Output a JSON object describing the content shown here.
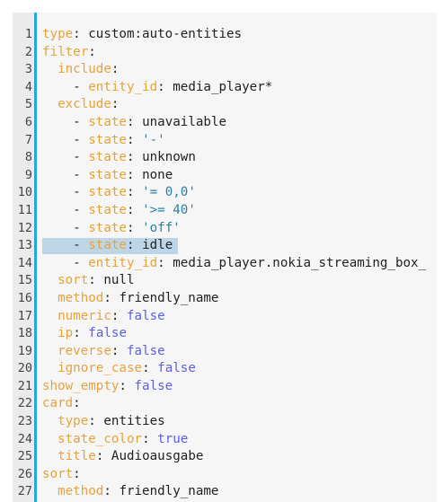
{
  "editor": {
    "highlighted_line": 13,
    "lines": [
      {
        "n": "1",
        "indent": "",
        "dash": "",
        "key": "type",
        "sep": ": ",
        "val": "custom:auto-entities",
        "vt": "t"
      },
      {
        "n": "2",
        "indent": "",
        "dash": "",
        "key": "filter",
        "sep": ":",
        "val": "",
        "vt": "t"
      },
      {
        "n": "3",
        "indent": "  ",
        "dash": "",
        "key": "include",
        "sep": ":",
        "val": "",
        "vt": "t"
      },
      {
        "n": "4",
        "indent": "    ",
        "dash": "- ",
        "key": "entity_id",
        "sep": ": ",
        "val": "media_player*",
        "vt": "t"
      },
      {
        "n": "5",
        "indent": "  ",
        "dash": "",
        "key": "exclude",
        "sep": ":",
        "val": "",
        "vt": "t"
      },
      {
        "n": "6",
        "indent": "    ",
        "dash": "- ",
        "key": "state",
        "sep": ": ",
        "val": "unavailable",
        "vt": "t"
      },
      {
        "n": "7",
        "indent": "    ",
        "dash": "- ",
        "key": "state",
        "sep": ": ",
        "val": "'-'",
        "vt": "s"
      },
      {
        "n": "8",
        "indent": "    ",
        "dash": "- ",
        "key": "state",
        "sep": ": ",
        "val": "unknown",
        "vt": "t"
      },
      {
        "n": "9",
        "indent": "    ",
        "dash": "- ",
        "key": "state",
        "sep": ": ",
        "val": "none",
        "vt": "t"
      },
      {
        "n": "10",
        "indent": "    ",
        "dash": "- ",
        "key": "state",
        "sep": ": ",
        "val": "'= 0,0'",
        "vt": "s"
      },
      {
        "n": "11",
        "indent": "    ",
        "dash": "- ",
        "key": "state",
        "sep": ": ",
        "val": "'>= 40'",
        "vt": "s"
      },
      {
        "n": "12",
        "indent": "    ",
        "dash": "- ",
        "key": "state",
        "sep": ": ",
        "val": "'off'",
        "vt": "s"
      },
      {
        "n": "13",
        "indent": "    ",
        "dash": "- ",
        "key": "state",
        "sep": ": ",
        "val": "idle",
        "vt": "t"
      },
      {
        "n": "14",
        "indent": "    ",
        "dash": "- ",
        "key": "entity_id",
        "sep": ": ",
        "val": "media_player.nokia_streaming_box_",
        "vt": "t"
      },
      {
        "n": "15",
        "indent": "  ",
        "dash": "",
        "key": "sort",
        "sep": ": ",
        "val": "null",
        "vt": "t"
      },
      {
        "n": "16",
        "indent": "  ",
        "dash": "",
        "key": "method",
        "sep": ": ",
        "val": "friendly_name",
        "vt": "t"
      },
      {
        "n": "17",
        "indent": "  ",
        "dash": "",
        "key": "numeric",
        "sep": ": ",
        "val": "false",
        "vt": "b"
      },
      {
        "n": "18",
        "indent": "  ",
        "dash": "",
        "key": "ip",
        "sep": ": ",
        "val": "false",
        "vt": "b"
      },
      {
        "n": "19",
        "indent": "  ",
        "dash": "",
        "key": "reverse",
        "sep": ": ",
        "val": "false",
        "vt": "b"
      },
      {
        "n": "20",
        "indent": "  ",
        "dash": "",
        "key": "ignore_case",
        "sep": ": ",
        "val": "false",
        "vt": "b"
      },
      {
        "n": "21",
        "indent": "",
        "dash": "",
        "key": "show_empty",
        "sep": ": ",
        "val": "false",
        "vt": "b"
      },
      {
        "n": "22",
        "indent": "",
        "dash": "",
        "key": "card",
        "sep": ":",
        "val": "",
        "vt": "t"
      },
      {
        "n": "23",
        "indent": "  ",
        "dash": "",
        "key": "type",
        "sep": ": ",
        "val": "entities",
        "vt": "t"
      },
      {
        "n": "24",
        "indent": "  ",
        "dash": "",
        "key": "state_color",
        "sep": ": ",
        "val": "true",
        "vt": "b"
      },
      {
        "n": "25",
        "indent": "  ",
        "dash": "",
        "key": "title",
        "sep": ": ",
        "val": "Audioausgabe",
        "vt": "t"
      },
      {
        "n": "26",
        "indent": "",
        "dash": "",
        "key": "sort",
        "sep": ":",
        "val": "",
        "vt": "t"
      },
      {
        "n": "27",
        "indent": "  ",
        "dash": "",
        "key": "method",
        "sep": ": ",
        "val": "friendly_name",
        "vt": "t"
      }
    ]
  }
}
